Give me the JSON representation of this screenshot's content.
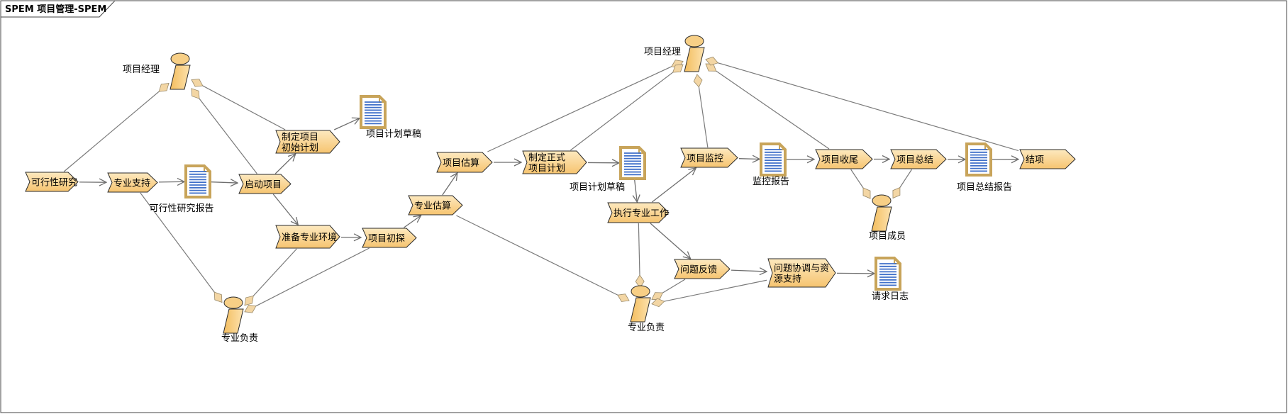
{
  "diagram": {
    "title": "SPEM 项目管理-SPEM",
    "colors": {
      "task_fill_top": "#fde7b8",
      "task_fill_bottom": "#f7c778",
      "task_stroke": "#2b2b2b",
      "role_fill": "#f7cf86",
      "doc_border": "#c8a45a",
      "doc_lines": "#3f6fc9",
      "edge": "#7a7a7a",
      "diamond_fill": "#f3d6a4"
    },
    "tasks": [
      {
        "id": "t_feas",
        "label": "可行性研究"
      },
      {
        "id": "t_support",
        "label": "专业支持"
      },
      {
        "id": "t_start",
        "label": "启动项目"
      },
      {
        "id": "t_initplan",
        "label": "制定项目初始计划",
        "lines": [
          "制定项目",
          "初始计划"
        ]
      },
      {
        "id": "t_prepenv",
        "label": "准备专业环境"
      },
      {
        "id": "t_explore",
        "label": "项目初探"
      },
      {
        "id": "t_proest",
        "label": "专业估算"
      },
      {
        "id": "t_projest",
        "label": "项目估算"
      },
      {
        "id": "t_formalplan",
        "label": "制定正式项目计划",
        "lines": [
          "制定正式",
          "项目计划"
        ]
      },
      {
        "id": "t_exec",
        "label": "执行专业工作"
      },
      {
        "id": "t_monitor",
        "label": "项目监控"
      },
      {
        "id": "t_closing",
        "label": "项目收尾"
      },
      {
        "id": "t_summary",
        "label": "项目总结"
      },
      {
        "id": "t_close",
        "label": "结项"
      },
      {
        "id": "t_feedback",
        "label": "问题反馈"
      },
      {
        "id": "t_coord",
        "label": "问题协调与资源支持",
        "lines": [
          "问题协调与资",
          "源支持"
        ]
      }
    ],
    "roles": [
      {
        "id": "r_pm1",
        "label": "项目经理"
      },
      {
        "id": "r_pro1",
        "label": "专业负责"
      },
      {
        "id": "r_pm2",
        "label": "项目经理"
      },
      {
        "id": "r_pro2",
        "label": "专业负责"
      },
      {
        "id": "r_member",
        "label": "项目成员"
      }
    ],
    "documents": [
      {
        "id": "d_feasreport",
        "label": "可行性研究报告"
      },
      {
        "id": "d_draft1",
        "label": "项目计划草稿"
      },
      {
        "id": "d_draft2",
        "label": "项目计划草稿"
      },
      {
        "id": "d_monreport",
        "label": "监控报告"
      },
      {
        "id": "d_sumreport",
        "label": "项目总结报告"
      },
      {
        "id": "d_reqlog",
        "label": "请求日志"
      }
    ],
    "flows": [
      [
        "t_feas",
        "t_support"
      ],
      [
        "t_support",
        "d_feasreport"
      ],
      [
        "d_feasreport",
        "t_start"
      ],
      [
        "t_start",
        "t_initplan"
      ],
      [
        "t_initplan",
        "d_draft1"
      ],
      [
        "t_start",
        "t_prepenv"
      ],
      [
        "t_prepenv",
        "t_explore"
      ],
      [
        "t_explore",
        "t_proest"
      ],
      [
        "t_proest",
        "t_projest"
      ],
      [
        "t_projest",
        "t_formalplan"
      ],
      [
        "t_formalplan",
        "d_draft2"
      ],
      [
        "d_draft2",
        "t_exec"
      ],
      [
        "t_exec",
        "t_monitor"
      ],
      [
        "t_monitor",
        "d_monreport"
      ],
      [
        "d_monreport",
        "t_closing"
      ],
      [
        "t_closing",
        "t_summary"
      ],
      [
        "t_summary",
        "d_sumreport"
      ],
      [
        "d_sumreport",
        "t_close"
      ],
      [
        "t_exec",
        "t_feedback"
      ],
      [
        "t_feedback",
        "t_coord"
      ],
      [
        "t_coord",
        "d_reqlog"
      ]
    ],
    "performs": [
      [
        "r_pm1",
        "t_feas"
      ],
      [
        "r_pm1",
        "t_start"
      ],
      [
        "r_pm1",
        "t_initplan"
      ],
      [
        "r_pro1",
        "t_support"
      ],
      [
        "r_pro1",
        "t_prepenv"
      ],
      [
        "r_pro1",
        "t_explore"
      ],
      [
        "r_pm2",
        "t_projest"
      ],
      [
        "r_pm2",
        "t_formalplan"
      ],
      [
        "r_pm2",
        "t_monitor"
      ],
      [
        "r_pm2",
        "t_closing"
      ],
      [
        "r_pm2",
        "t_close"
      ],
      [
        "r_pro2",
        "t_proest"
      ],
      [
        "r_pro2",
        "t_exec"
      ],
      [
        "r_pro2",
        "t_feedback"
      ],
      [
        "r_pro2",
        "t_coord"
      ],
      [
        "r_member",
        "t_closing"
      ],
      [
        "r_member",
        "t_summary"
      ]
    ]
  }
}
